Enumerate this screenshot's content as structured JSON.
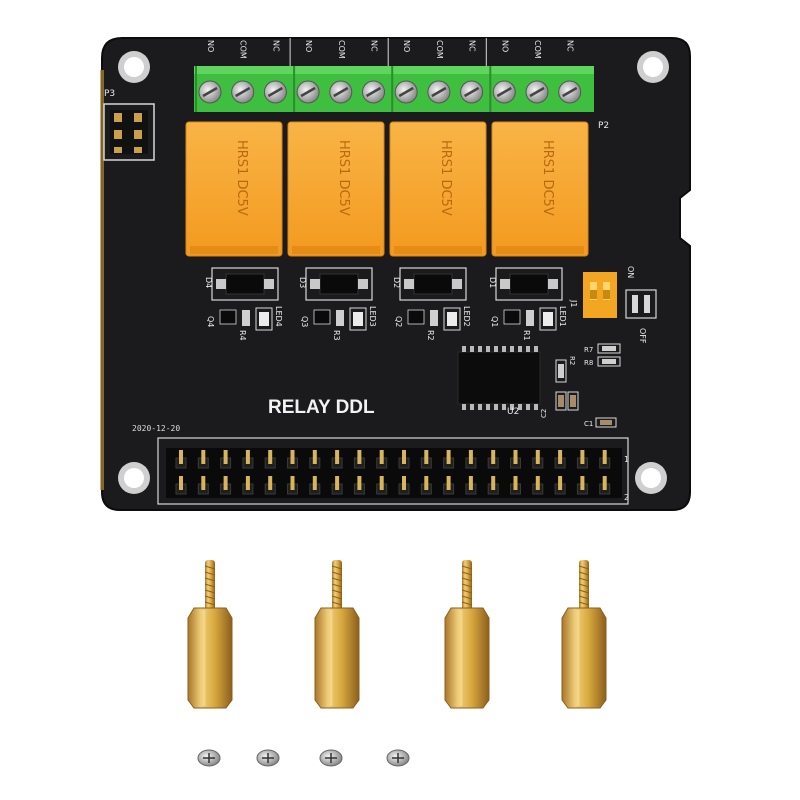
{
  "board": {
    "title": "RELAY DDL",
    "date": "2020-12-20",
    "colors": {
      "pcb": "#1b1b1d",
      "relay": "#f7a52c",
      "terminal": "#3fbf3f",
      "brass": "#d9a93f"
    }
  },
  "terminals": {
    "labels": [
      "NO",
      "COM",
      "NC",
      "NO",
      "COM",
      "NC",
      "NO",
      "COM",
      "NC",
      "NO",
      "COM",
      "NC"
    ],
    "connector_label": "P2"
  },
  "relays": [
    {
      "label": "HRS1 DC5V"
    },
    {
      "label": "HRS1 DC5V"
    },
    {
      "label": "HRS1 DC5V"
    },
    {
      "label": "HRS1 DC5V"
    }
  ],
  "diodes": [
    "D4",
    "D3",
    "D2",
    "D1"
  ],
  "transistors": [
    "Q4",
    "Q3",
    "Q2",
    "Q1"
  ],
  "leds": [
    "LED4",
    "LED3",
    "LED2",
    "LED1"
  ],
  "resistors_near_leds": [
    "R4",
    "R3",
    "R2",
    "R1"
  ],
  "misc_labels": {
    "p3": "P3",
    "switch": "J1",
    "switch_on": "ON",
    "switch_off": "OFF",
    "u2": "U2",
    "r_group": [
      "R2",
      "R7",
      "R8"
    ],
    "c_group": [
      "C2",
      "C1"
    ],
    "pin_1": "1",
    "pin_2": "2"
  },
  "accessories": {
    "standoffs": 4,
    "screws": 4
  }
}
